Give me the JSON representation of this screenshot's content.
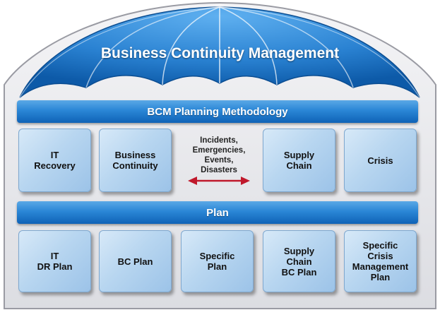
{
  "title": "Business Continuity Management",
  "methodology_label": "BCM Planning Methodology",
  "plan_label": "Plan",
  "incidents_label": "Incidents,\nEmergencies,\nEvents,\nDisasters",
  "colors": {
    "umbrella_dark": "#0d5aa8",
    "umbrella_light": "#4aa0e8",
    "bar_blue": "#2a86d6",
    "box_fill": "#b8d6f0",
    "arrow_red": "#c0182b"
  },
  "methodology_boxes": [
    {
      "label": "IT\nRecovery"
    },
    {
      "label": "Business\nContinuity"
    },
    {
      "label": "Supply\nChain"
    },
    {
      "label": "Crisis"
    }
  ],
  "plan_boxes": [
    {
      "label": "IT\nDR Plan"
    },
    {
      "label": "BC Plan"
    },
    {
      "label": "Specific\nPlan"
    },
    {
      "label": "Supply\nChain\nBC Plan"
    },
    {
      "label": "Specific\nCrisis\nManagement\nPlan"
    }
  ]
}
